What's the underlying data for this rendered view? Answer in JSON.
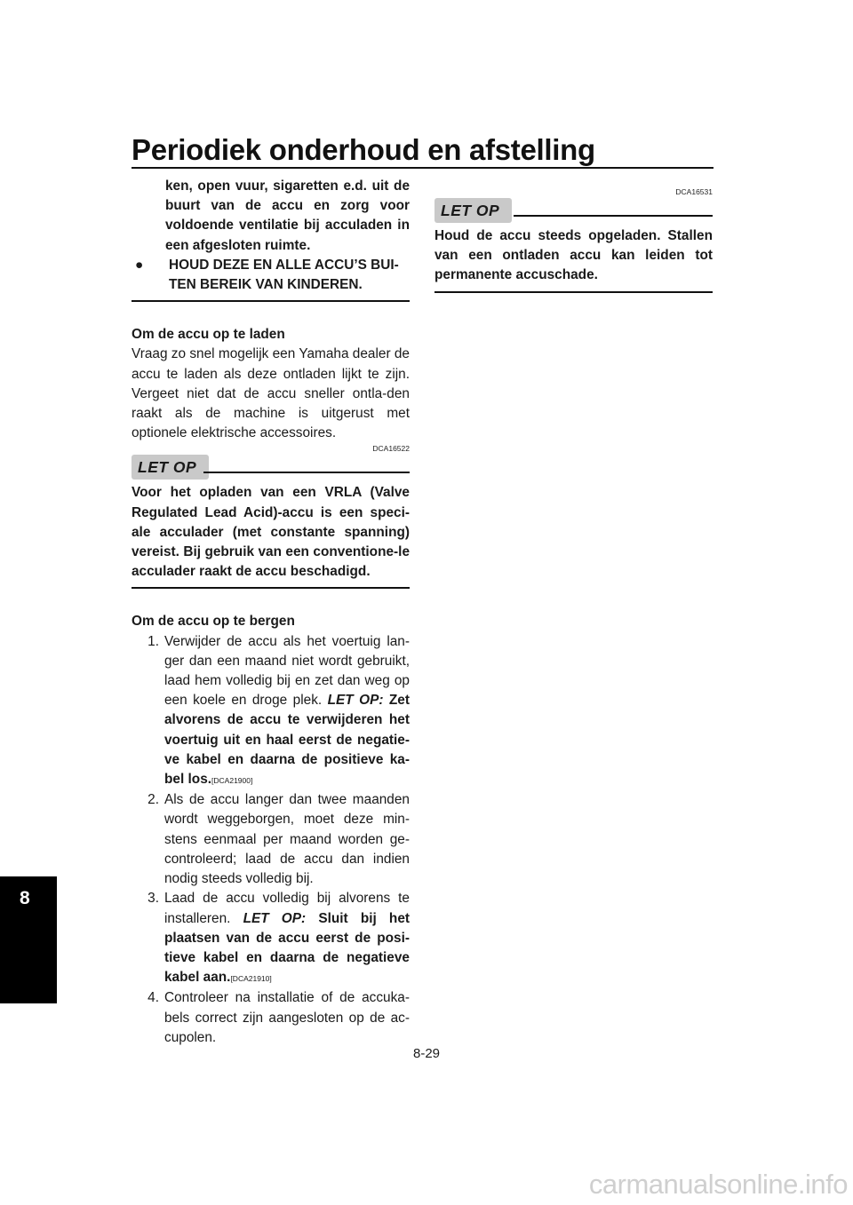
{
  "header": {
    "title": "Periodiek onderhoud en afstelling"
  },
  "chapter_tab": "8",
  "left": {
    "warning_tail_text": "ken, open vuur, sigaretten e.d. uit de buurt van de accu en zorg voor voldoende ventilatie bij acculaden in een afgesloten ruimte.",
    "warning_bullet": "HOUD DEZE EN ALLE ACCU’S BUI-TEN BEREIK VAN KINDEREN.",
    "charge_heading": "Om de accu op te laden",
    "charge_body": "Vraag zo snel mogelijk een Yamaha dealer de accu te laden als deze ontladen lijkt te zijn. Vergeet niet dat de accu sneller ontla-den raakt als de machine is uitgerust met optionele elektrische accessoires.",
    "notice": {
      "code": "DCA16522",
      "label": "LET OP",
      "text": "Voor het opladen van een VRLA (Valve Regulated Lead Acid)-accu is een speci-ale acculader (met constante spanning) vereist. Bij gebruik van een conventione-le acculader raakt de accu beschadigd."
    },
    "store_heading": "Om de accu op te bergen",
    "steps": [
      {
        "num": "1.",
        "text": "Verwijder de accu als het voertuig lan-ger dan een maand niet wordt gebruikt, laad hem volledig bij en zet dan weg op een koele en droge plek.",
        "caution_label": "LET OP:",
        "caution_text": "Zet alvorens de accu te verwijderen het voertuig uit en haal eerst de negatie-ve kabel en daarna de positieve ka-bel los.",
        "code": "[DCA21900]"
      },
      {
        "num": "2.",
        "text": "Als de accu langer dan twee maanden wordt weggeborgen, moet deze min-stens eenmaal per maand worden ge-controleerd; laad de accu dan indien nodig steeds volledig bij."
      },
      {
        "num": "3.",
        "text": "Laad de accu volledig bij alvorens te installeren.",
        "caution_label": "LET OP:",
        "caution_text": "Sluit bij het plaatsen van de accu eerst de posi-tieve kabel en daarna de negatieve kabel aan.",
        "code": "[DCA21910]"
      },
      {
        "num": "4.",
        "text": "Controleer na installatie of de accuka-bels correct zijn aangesloten op de ac-cupolen."
      }
    ]
  },
  "right": {
    "notice": {
      "code": "DCA16531",
      "label": "LET OP",
      "text": "Houd de accu steeds opgeladen. Stallen van een ontladen accu kan leiden tot permanente accuschade."
    }
  },
  "page_number": "8-29",
  "watermark": "carmanualsonline.info"
}
